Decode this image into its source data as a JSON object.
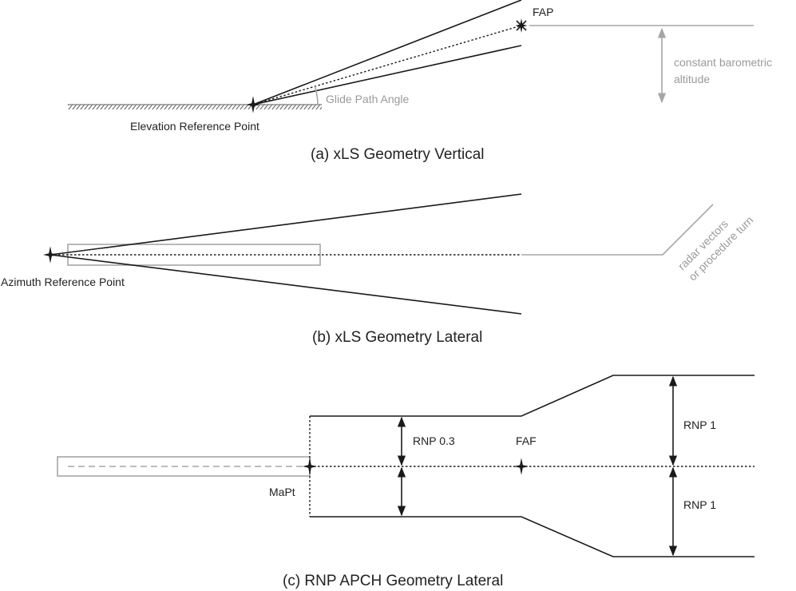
{
  "panel_a": {
    "caption": "(a) xLS Geometry Vertical",
    "fap_label": "FAP",
    "glide_path_label": "Glide Path Angle",
    "erp_label": "Elevation Reference Point",
    "altitude_label_line1": "constant barometric",
    "altitude_label_line2": "altitude"
  },
  "panel_b": {
    "caption": "(b) xLS Geometry Lateral",
    "arp_label": "Azimuth Reference Point",
    "vectors_label_line1": "radar vectors",
    "vectors_label_line2": "or procedure turn"
  },
  "panel_c": {
    "caption": "(c) RNP APCH Geometry Lateral",
    "rnp03_label": "RNP 0.3",
    "faf_label": "FAF",
    "rnp1_upper_label": "RNP 1",
    "rnp1_lower_label": "RNP 1",
    "mapt_label": "MaPt"
  },
  "colors": {
    "dark": "#1a1a1a",
    "grey": "#a6a6a6"
  }
}
